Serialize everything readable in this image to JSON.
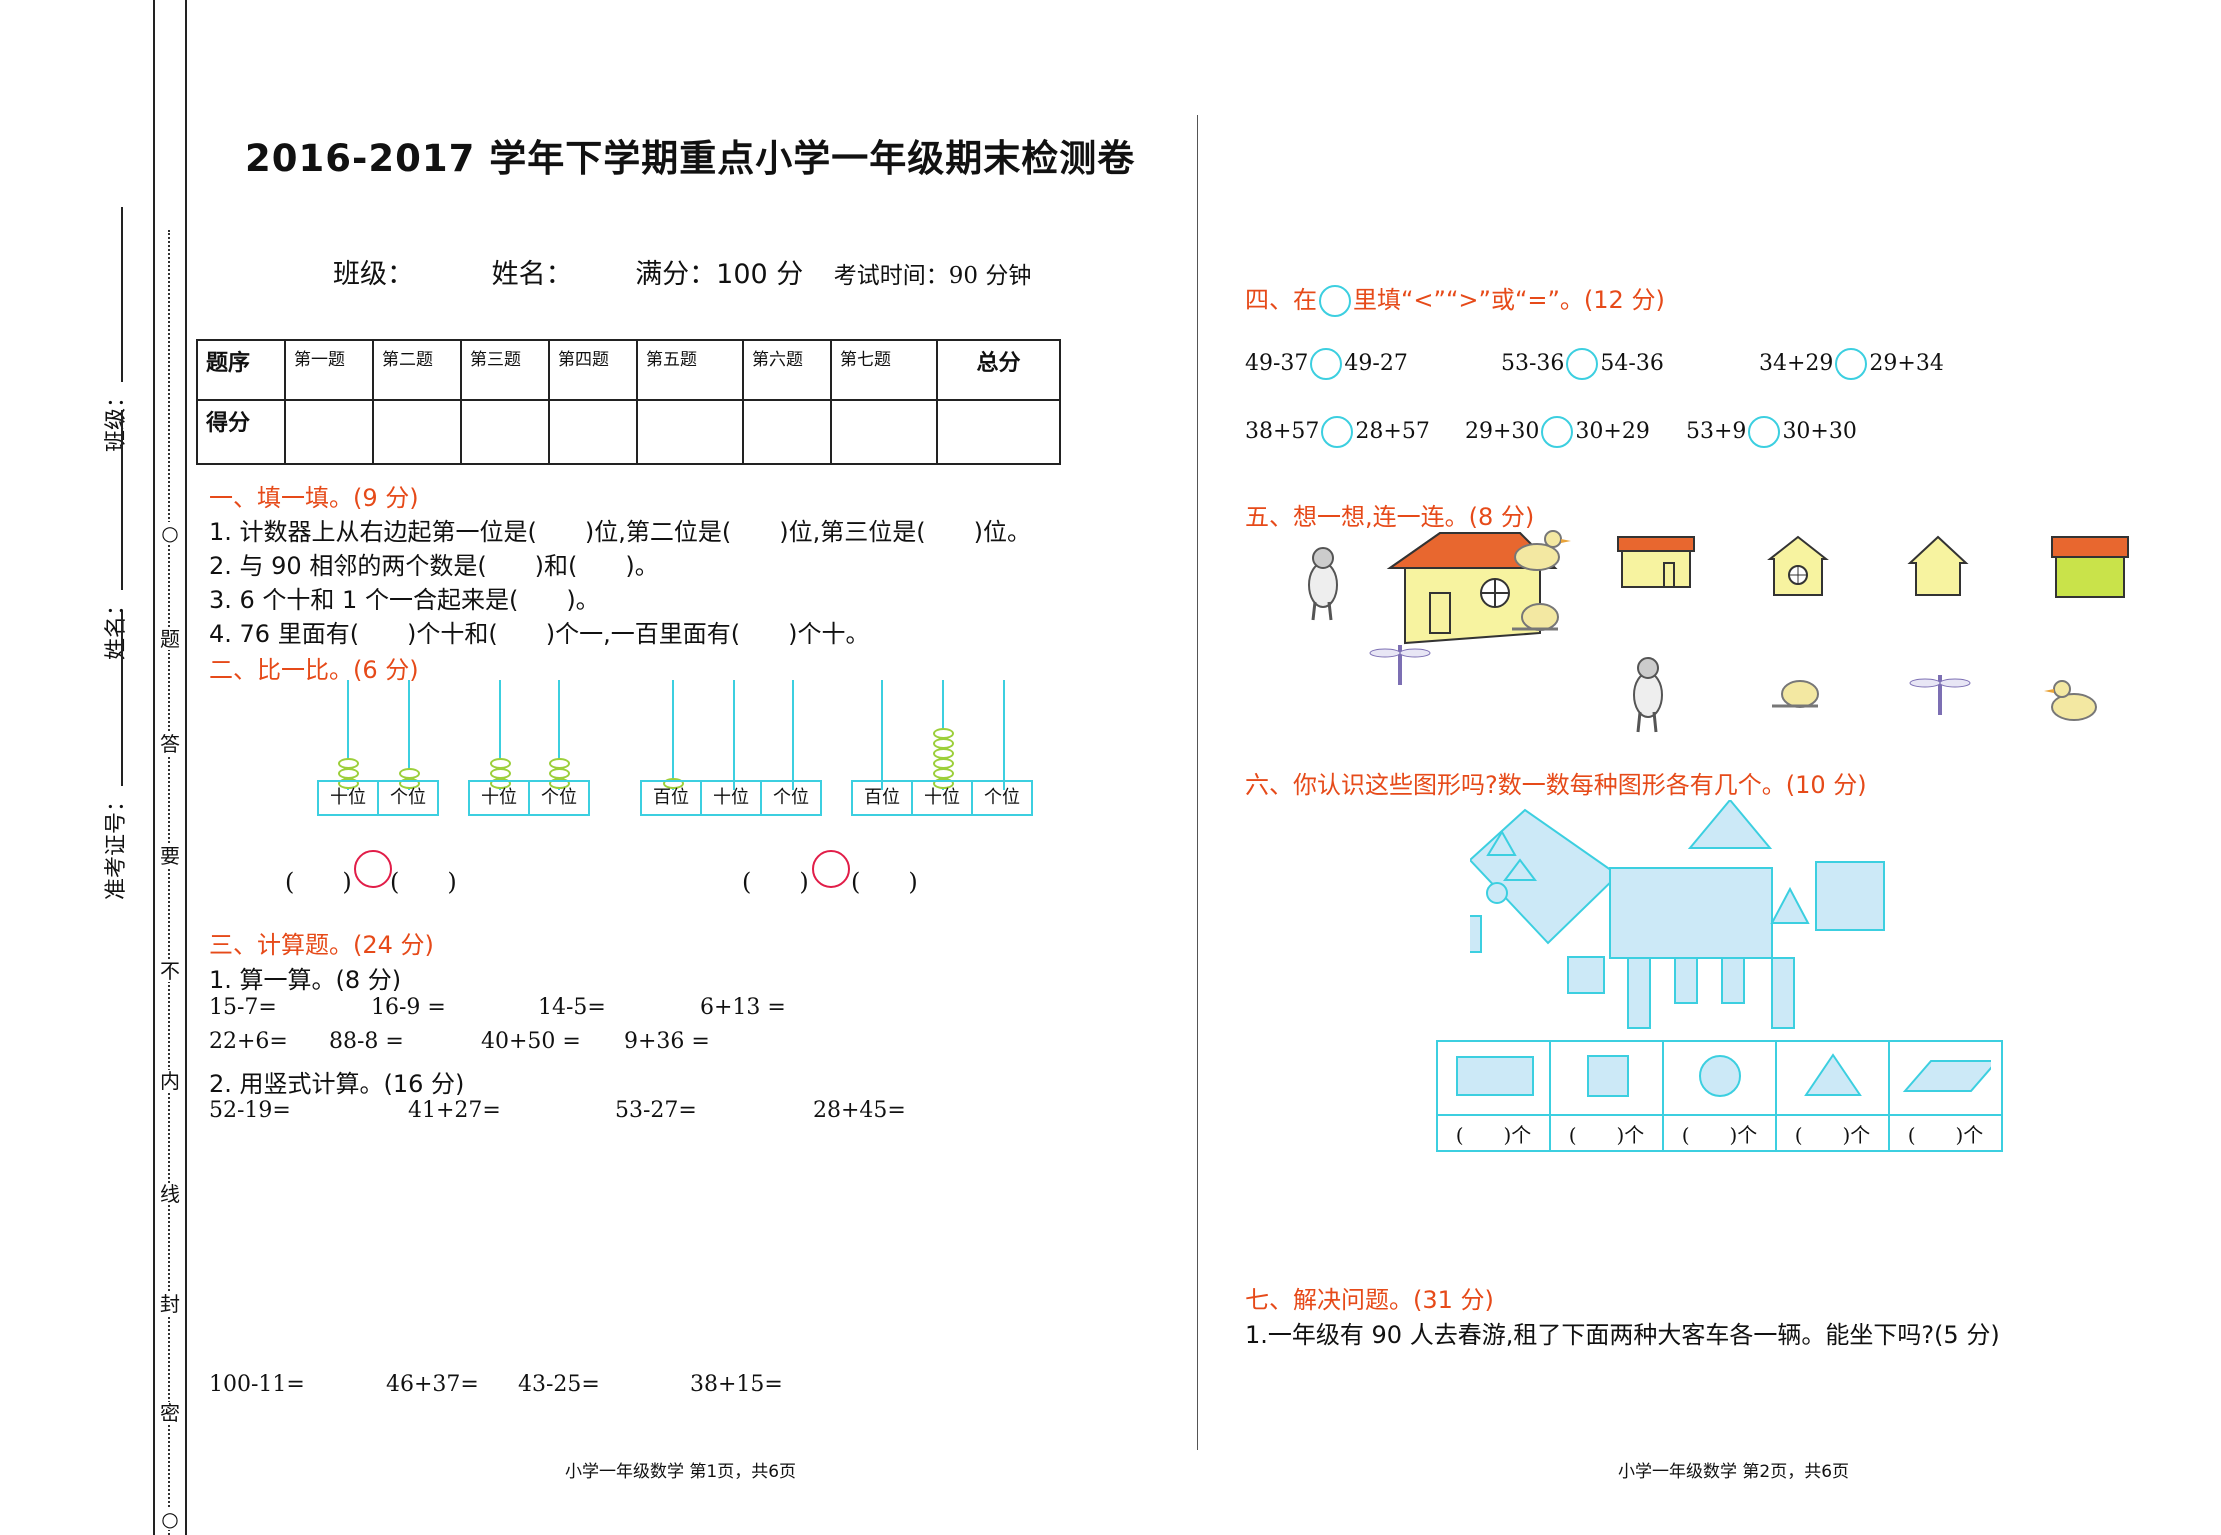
{
  "side": {
    "class_label": "班级：",
    "name_label": "姓名：",
    "id_label": "准考证号：",
    "seal_chars": [
      "题",
      "答",
      "要",
      "不",
      "内",
      "线",
      "封",
      "密"
    ]
  },
  "header": {
    "title": "2016-2017 学年下学期重点小学一年级期末检测卷",
    "class": "班级：",
    "name": "姓名：",
    "full_score": "满分：100 分",
    "time": "考试时间：90 分钟"
  },
  "score_table": {
    "row1_head": "题序",
    "columns": [
      "第一题",
      "第二题",
      "第三题",
      "第四题",
      "第五题",
      "第六题",
      "第七题"
    ],
    "total": "总分",
    "row2_head": "得分"
  },
  "s1": {
    "heading": "一、填一填。(9 分)",
    "lines": [
      "1. 计数器上从右边起第一位是(　　)位,第二位是(　　)位,第三位是(　　)位。",
      "2. 与 90 相邻的两个数是(　　)和(　　)。",
      "3. 6 个十和 1 个一合起来是(　　)。",
      "4. 76 里面有(　　)个十和(　　)个一,一百里面有(　　)个十。"
    ]
  },
  "s2": {
    "heading": "二、比一比。(6 分)",
    "abacus": [
      {
        "labels": [
          "十位",
          "个位"
        ]
      },
      {
        "labels": [
          "十位",
          "个位"
        ]
      },
      {
        "labels": [
          "百位",
          "十位",
          "个位"
        ]
      },
      {
        "labels": [
          "百位",
          "十位",
          "个位"
        ]
      }
    ],
    "blank_left": "(　　)",
    "blank_right": "(　　)"
  },
  "s3": {
    "heading": "三、计算题。(24 分)",
    "sub1": "1. 算一算。(8 分)",
    "row1": [
      "15-7=",
      "16-9 =",
      "14-5=",
      "6+13 ="
    ],
    "row2": [
      "22+6=",
      "88-8 =",
      "40+50 =",
      "9+36 ="
    ],
    "sub2": "2. 用竖式计算。(16 分)",
    "row3": [
      "52-19=",
      "41+27=",
      "53-27=",
      "28+45="
    ],
    "row4": [
      "100-11=",
      "46+37=",
      "43-25=",
      "38+15="
    ]
  },
  "s4": {
    "heading_a": "四、在",
    "heading_b": "里填“<”“>”或“=”。(12 分)",
    "items": [
      [
        "49-37",
        "49-27"
      ],
      [
        "53-36",
        "54-36"
      ],
      [
        "34+29",
        "29+34"
      ],
      [
        "38+57",
        "28+57"
      ],
      [
        "29+30",
        "30+29"
      ],
      [
        "53+9",
        "30+30"
      ]
    ]
  },
  "s5": {
    "heading": "五、想一想,连一连。(8 分)"
  },
  "s6": {
    "heading": "六、你认识这些图形吗?数一数每种图形各有几个。(10 分)",
    "count_label": "(　　)个"
  },
  "s7": {
    "heading": "七、解决问题。(31 分)",
    "q1": "1.一年级有 90 人去春游,租了下面两种大客车各一辆。能坐下吗?(5 分)"
  },
  "footer": {
    "left": "小学一年级数学  第1页，共6页",
    "right": "小学一年级数学  第2页，共6页"
  },
  "colors": {
    "heading_red": "#e64a19",
    "cyan": "#3ccfe0",
    "shape_fill": "#cce9f7",
    "house_wall": "#f7f3a0",
    "roof": "#e8672f"
  }
}
